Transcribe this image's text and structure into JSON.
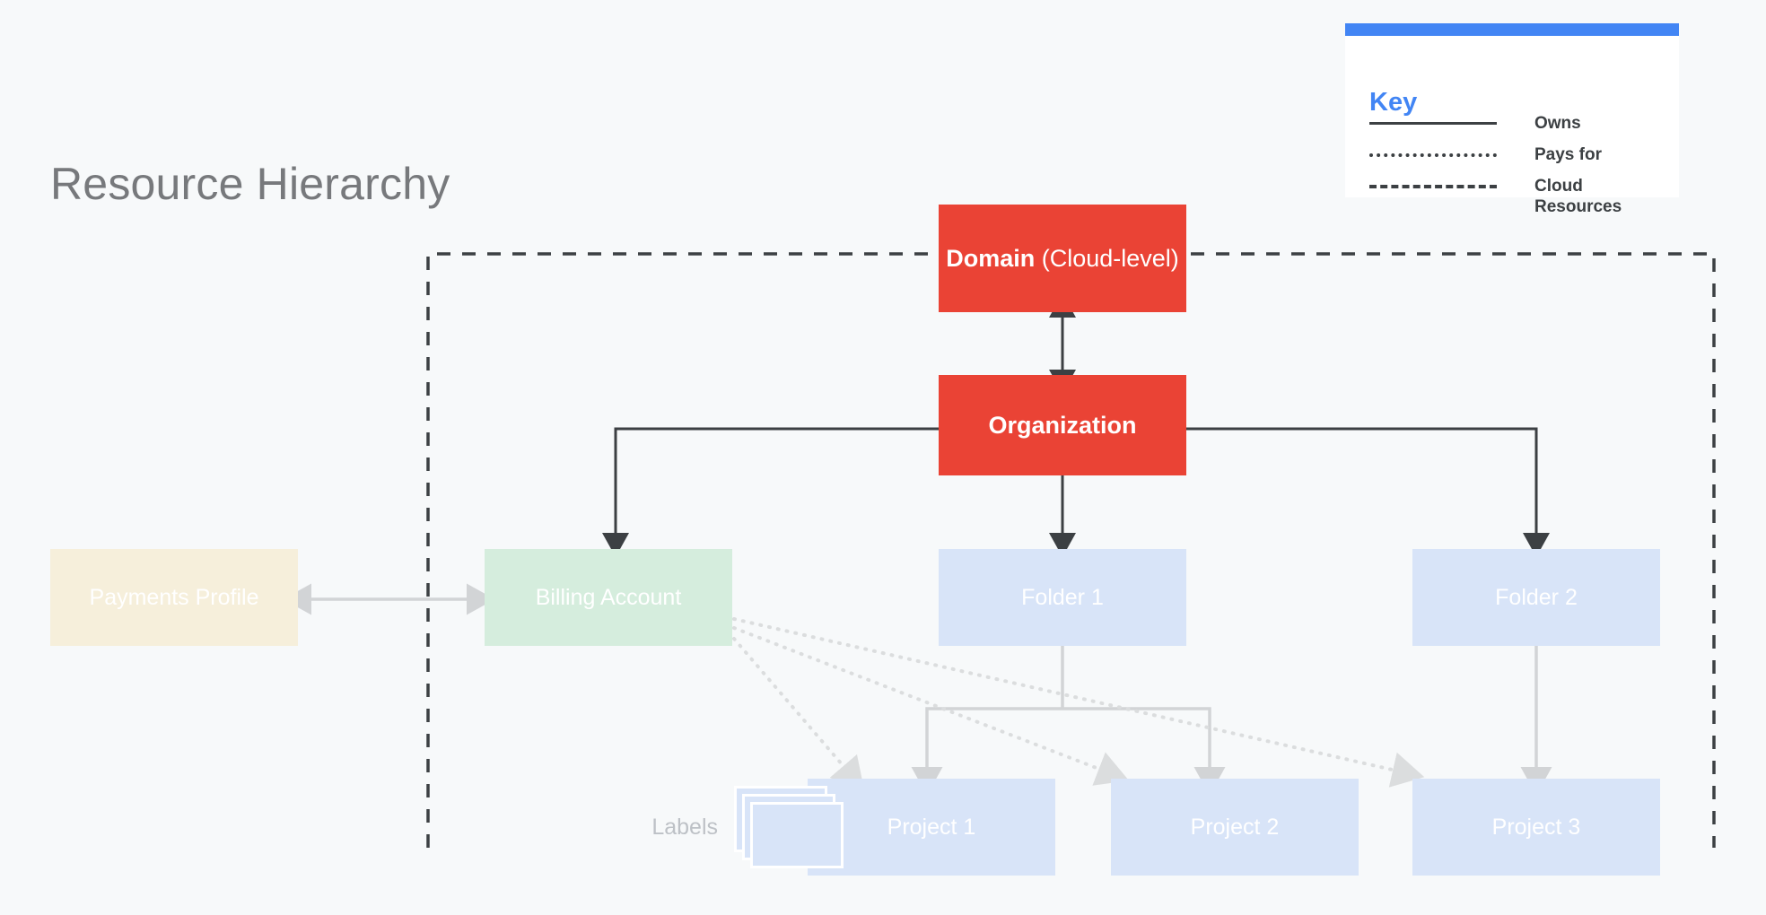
{
  "background_color": "#F7F9FA",
  "page_title": "Resource Hierarchy",
  "colors": {
    "red": "#EA4335",
    "blue": "#D8E4F8",
    "green": "#D5EDDD",
    "cream": "#F6EFDB",
    "accent_blue": "#4285F4",
    "line_dark": "#3C4043",
    "line_light": "#D2D4D6",
    "label_gray": "#BDC1C6",
    "title_gray": "#77797C"
  },
  "key": {
    "title": "Key",
    "rows": [
      {
        "style": "solid",
        "label": "Owns"
      },
      {
        "style": "dotted",
        "label": "Pays for"
      },
      {
        "style": "dashed",
        "label": "Cloud Resources"
      }
    ]
  },
  "nodes": {
    "domain": {
      "label_strong": "Domain",
      "label_regular": " (Cloud-level)"
    },
    "organization": {
      "label": "Organization"
    },
    "payments_profile": {
      "label": "Payments Profile"
    },
    "billing_account": {
      "label": "Billing Account"
    },
    "folder1": {
      "label": "Folder 1"
    },
    "folder2": {
      "label": "Folder 2"
    },
    "project1": {
      "label": "Project 1"
    },
    "project2": {
      "label": "Project 2"
    },
    "project3": {
      "label": "Project 3"
    },
    "labels": {
      "label": "Labels"
    }
  },
  "edges": [
    {
      "from": "domain",
      "to": "organization",
      "relation": "owns",
      "bidirectional": true
    },
    {
      "from": "organization",
      "to": "billing_account",
      "relation": "owns"
    },
    {
      "from": "organization",
      "to": "folder1",
      "relation": "owns"
    },
    {
      "from": "organization",
      "to": "folder2",
      "relation": "owns"
    },
    {
      "from": "payments_profile",
      "to": "billing_account",
      "relation": "pays-for",
      "bidirectional": true
    },
    {
      "from": "billing_account",
      "to": "project1",
      "relation": "pays for"
    },
    {
      "from": "billing_account",
      "to": "project2",
      "relation": "pays for"
    },
    {
      "from": "billing_account",
      "to": "project3",
      "relation": "pays for"
    },
    {
      "from": "folder1",
      "to": "project1",
      "relation": "owns"
    },
    {
      "from": "folder1",
      "to": "project2",
      "relation": "owns"
    },
    {
      "from": "folder2",
      "to": "project3",
      "relation": "owns"
    }
  ],
  "cloud_boundary": {
    "style": "dashed",
    "label": "Cloud Resources"
  }
}
